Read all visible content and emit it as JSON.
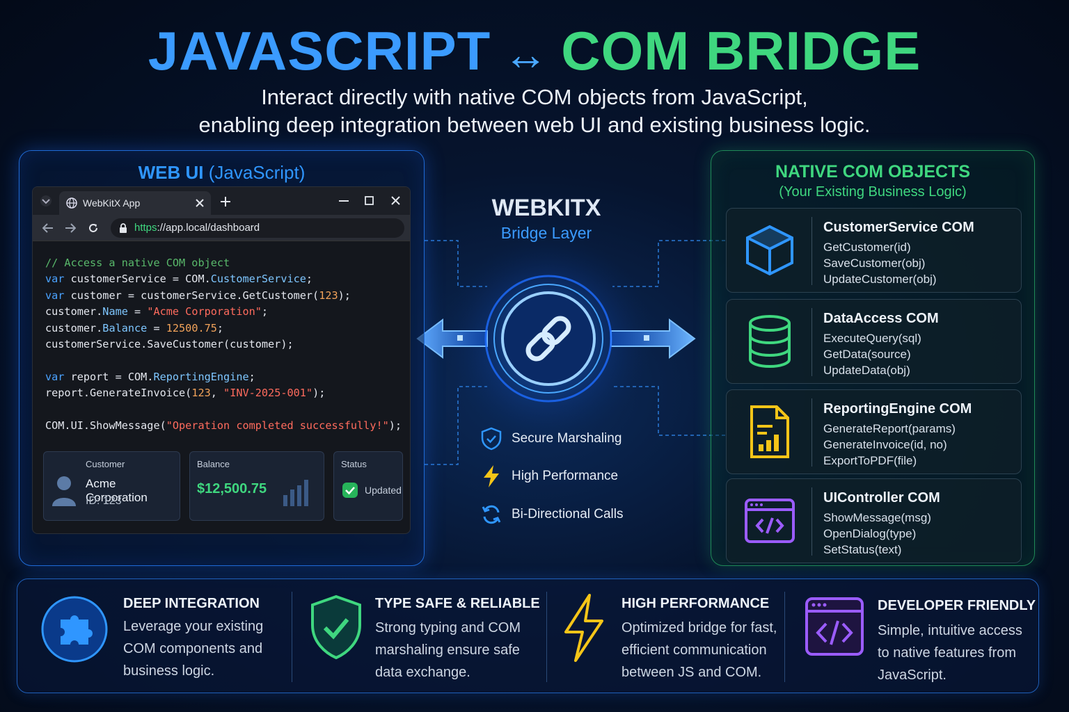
{
  "header": {
    "title_js": "JAVASCRIPT",
    "title_arrow": "↔",
    "title_com": "COM BRIDGE",
    "subtitle_line1": "Interact directly with native COM objects from JavaScript,",
    "subtitle_line2": "enabling deep integration between web UI and existing business logic."
  },
  "web_ui": {
    "title": "WEB UI",
    "title_sub": "(JavaScript)",
    "browser": {
      "tab_title": "WebKitX App",
      "url_scheme": "https",
      "url_rest": "://app.local/dashboard"
    },
    "code": {
      "comment": "// Access a native COM object",
      "l2_kw": "var",
      "l2_rest": " customerService = COM.",
      "l2_prop": "CustomerService",
      "l2_end": ";",
      "l3_kw": "var",
      "l3_rest": " customer = customerService.GetCustomer(",
      "l3_num": "123",
      "l3_end": ");",
      "l4_a": "customer.",
      "l4_prop": "Name",
      "l4_b": " = ",
      "l4_str": "\"Acme Corporation\"",
      "l4_end": ";",
      "l5_a": "customer.",
      "l5_prop": "Balance",
      "l5_b": " = ",
      "l5_num": "12500.75",
      "l5_end": ";",
      "l6": "customerService.SaveCustomer(customer);",
      "l7_kw": "var",
      "l7_rest": " report = COM.",
      "l7_prop": "ReportingEngine",
      "l7_end": ";",
      "l8_a": "report.GenerateInvoice(",
      "l8_num": "123",
      "l8_b": ", ",
      "l8_str": "\"INV-2025-001\"",
      "l8_end": ");",
      "l9_a": "COM.UI.ShowMessage(",
      "l9_str": "\"Operation completed successfully!\"",
      "l9_end": ");"
    },
    "cards": {
      "customer_label": "Customer",
      "customer_name": "Acme Corporation",
      "customer_id": "ID: 123",
      "balance_label": "Balance",
      "balance_value": "$12,500.75",
      "status_label": "Status",
      "status_value": "Updated"
    }
  },
  "bridge": {
    "title": "WEBKITX",
    "subtitle": "Bridge Layer",
    "features": [
      "Secure Marshaling",
      "High Performance",
      "Bi-Directional Calls"
    ]
  },
  "native_com": {
    "title": "NATIVE COM OBJECTS",
    "subtitle": "(Your Existing Business Logic)",
    "objects": [
      {
        "name": "CustomerService COM",
        "methods": [
          "GetCustomer(id)",
          "SaveCustomer(obj)",
          "UpdateCustomer(obj)"
        ],
        "icon": "cube-icon",
        "color": "#2f96ff"
      },
      {
        "name": "DataAccess COM",
        "methods": [
          "ExecuteQuery(sql)",
          "GetData(source)",
          "UpdateData(obj)"
        ],
        "icon": "database-icon",
        "color": "#3fd77f"
      },
      {
        "name": "ReportingEngine COM",
        "methods": [
          "GenerateReport(params)",
          "GenerateInvoice(id, no)",
          "ExportToPDF(file)"
        ],
        "icon": "report-icon",
        "color": "#f5c518"
      },
      {
        "name": "UIController COM",
        "methods": [
          "ShowMessage(msg)",
          "OpenDialog(type)",
          "SetStatus(text)"
        ],
        "icon": "code-window-icon",
        "color": "#9b5cff"
      }
    ]
  },
  "benefits": [
    {
      "title": "DEEP INTEGRATION",
      "lines": [
        "Leverage your existing",
        "COM components and",
        "business logic."
      ],
      "icon": "puzzle-icon"
    },
    {
      "title": "TYPE SAFE & RELIABLE",
      "lines": [
        "Strong typing and COM",
        "marshaling ensure safe",
        "data exchange."
      ],
      "icon": "shield-check-icon"
    },
    {
      "title": "HIGH PERFORMANCE",
      "lines": [
        "Optimized bridge for fast,",
        "efficient communication",
        "between JS and COM."
      ],
      "icon": "lightning-icon"
    },
    {
      "title": "DEVELOPER FRIENDLY",
      "lines": [
        "Simple, intuitive access",
        "to native features from",
        "JavaScript."
      ],
      "icon": "code-window-icon"
    }
  ]
}
